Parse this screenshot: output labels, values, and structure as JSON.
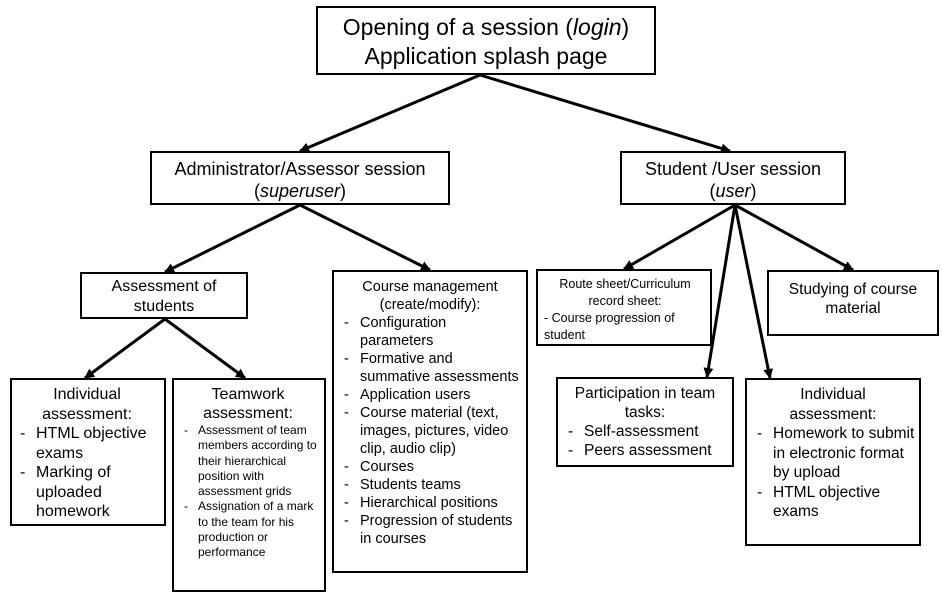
{
  "root": {
    "line1_pre": "Opening of a session (",
    "line1_em": "login",
    "line1_post": ")",
    "line2": "Application splash page"
  },
  "admin": {
    "line1": "Administrator/Assessor session",
    "line2_pre": "(",
    "line2_em": "superuser",
    "line2_post": ")"
  },
  "student": {
    "line1": "Student /User session",
    "line2_pre": "(",
    "line2_em": "user",
    "line2_post": ")"
  },
  "assessment_students": {
    "line1": "Assessment of",
    "line2": "students"
  },
  "course_mgmt": {
    "title1": "Course management",
    "title2": "(create/modify):",
    "items": [
      "Configuration parameters",
      "Formative and summative assessments",
      "Application users",
      "Course material (text, images, pictures, video clip, audio clip)",
      "Courses",
      "Students teams",
      "Hierarchical positions",
      "Progression of students in courses"
    ]
  },
  "individual_admin": {
    "title1": "Individual",
    "title2": "assessment:",
    "items": [
      "HTML objective exams",
      "Marking of uploaded homework"
    ]
  },
  "teamwork": {
    "title1": "Teamwork",
    "title2": "assessment:",
    "items": [
      "Assessment of team members according to their hierarchical position with assessment grids",
      "Assignation of a mark to the team for his production or performance"
    ]
  },
  "route_sheet": {
    "line1": "Route sheet/Curriculum",
    "line2": "record sheet:",
    "item": "- Course progression of student"
  },
  "studying": {
    "line1": "Studying of course",
    "line2": "material"
  },
  "participation": {
    "title1": "Participation in team",
    "title2": "tasks:",
    "items": [
      "Self-assessment",
      "Peers assessment"
    ]
  },
  "individual_user": {
    "title1": "Individual",
    "title2": "assessment:",
    "items": [
      "Homework to submit in electronic format by upload",
      "HTML objective exams"
    ]
  }
}
